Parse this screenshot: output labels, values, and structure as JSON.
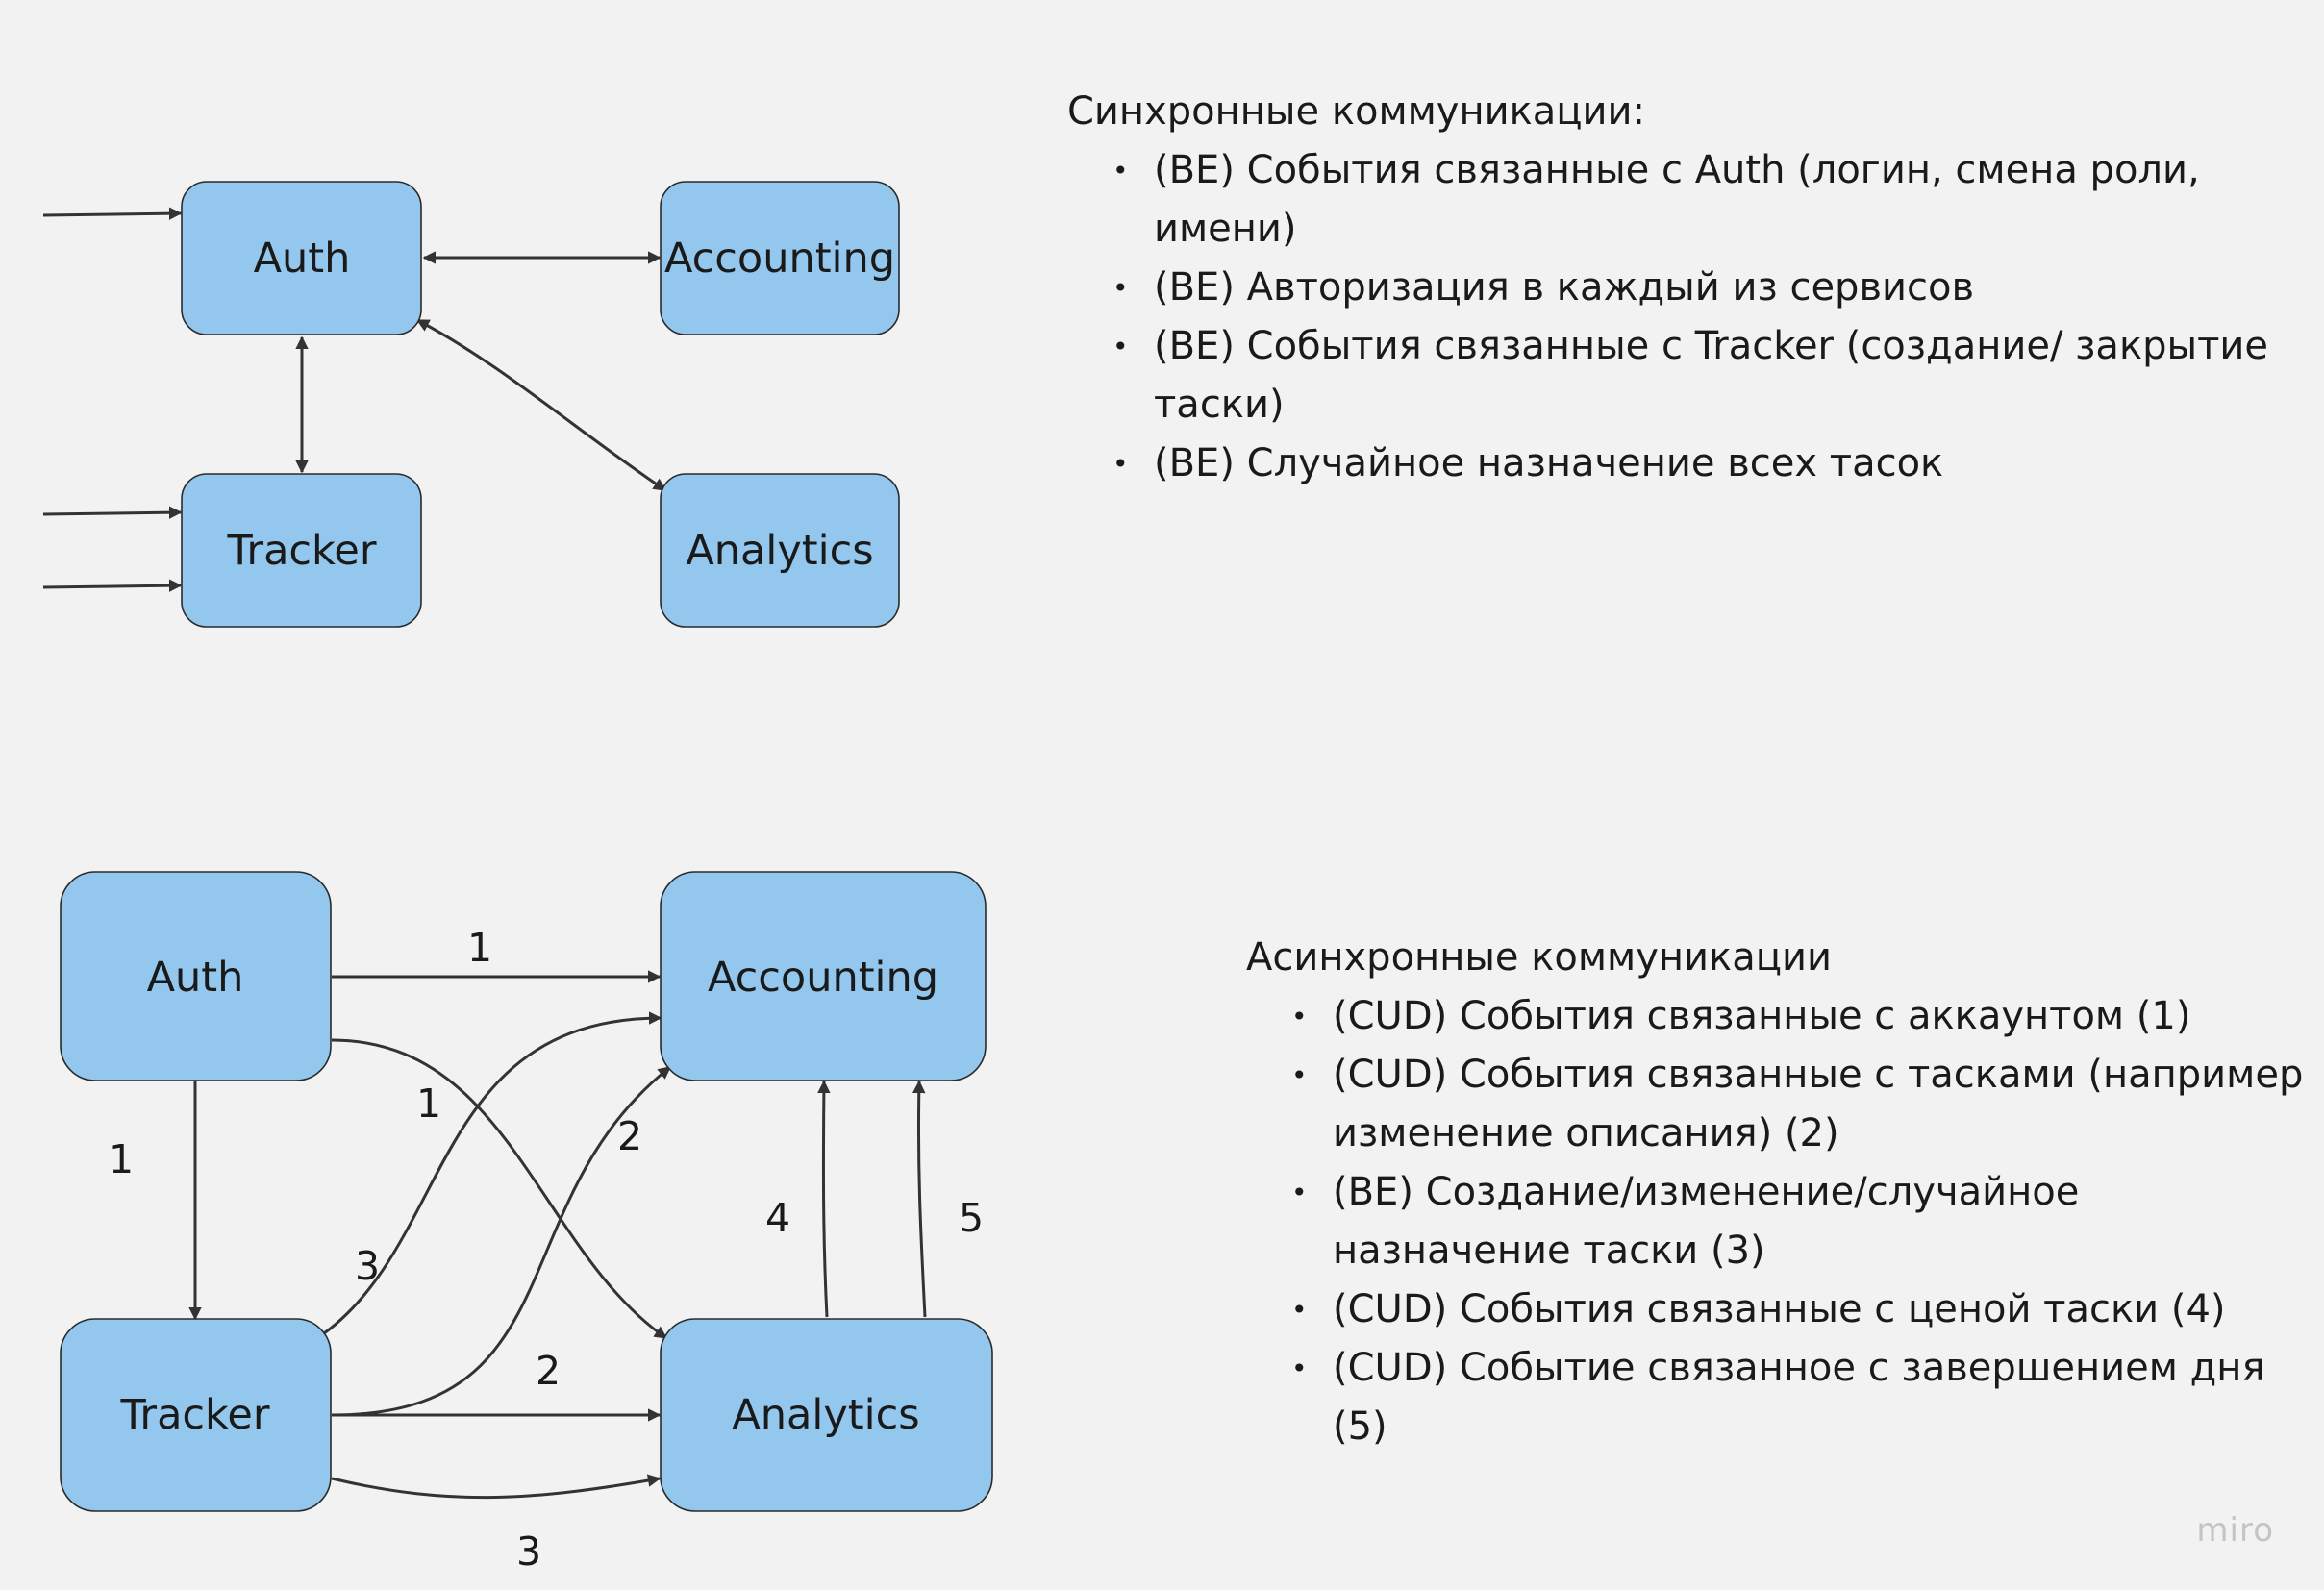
{
  "sync_diagram": {
    "nodes": {
      "auth": "Auth",
      "accounting": "Accounting",
      "tracker": "Tracker",
      "analytics": "Analytics"
    }
  },
  "async_diagram": {
    "nodes": {
      "auth": "Auth",
      "accounting": "Accounting",
      "tracker": "Tracker",
      "analytics": "Analytics"
    },
    "edge_labels": {
      "auth_accounting": "1",
      "auth_analytics": "1",
      "auth_tracker": "1",
      "tracker_accounting_curve": "3",
      "tracker_accounting_2": "2",
      "tracker_analytics": "2",
      "tracker_analytics_lower": "3",
      "analytics_accounting_4": "4",
      "analytics_accounting_5": "5"
    }
  },
  "sync_notes": {
    "title": "Синхронные коммуникации:",
    "items": [
      "(BE) События связанные с Auth (логин, смена роли, имени)",
      "(BE) Авторизация в каждый из сервисов",
      "(BE) События связанные с Tracker (создание/ закрытие таски)",
      "(BE) Случайное назначение всех тасок"
    ]
  },
  "async_notes": {
    "title": "Асинхронные коммуникации",
    "items": [
      "(CUD) События связанные с аккаунтом (1)",
      "(CUD) События связанные с тасками (например изменение описания) (2)",
      "(BE) Создание/изменение/случайное назначение таски (3)",
      "(CUD) События связанные с ценой таски (4)",
      "(CUD) Событие связанное с завершением дня (5)"
    ]
  },
  "watermark": "miro",
  "colors": {
    "background": "#f2f2f2",
    "node_fill": "#93c7ee",
    "node_border": "#2a2a2a",
    "edge": "#333333"
  }
}
